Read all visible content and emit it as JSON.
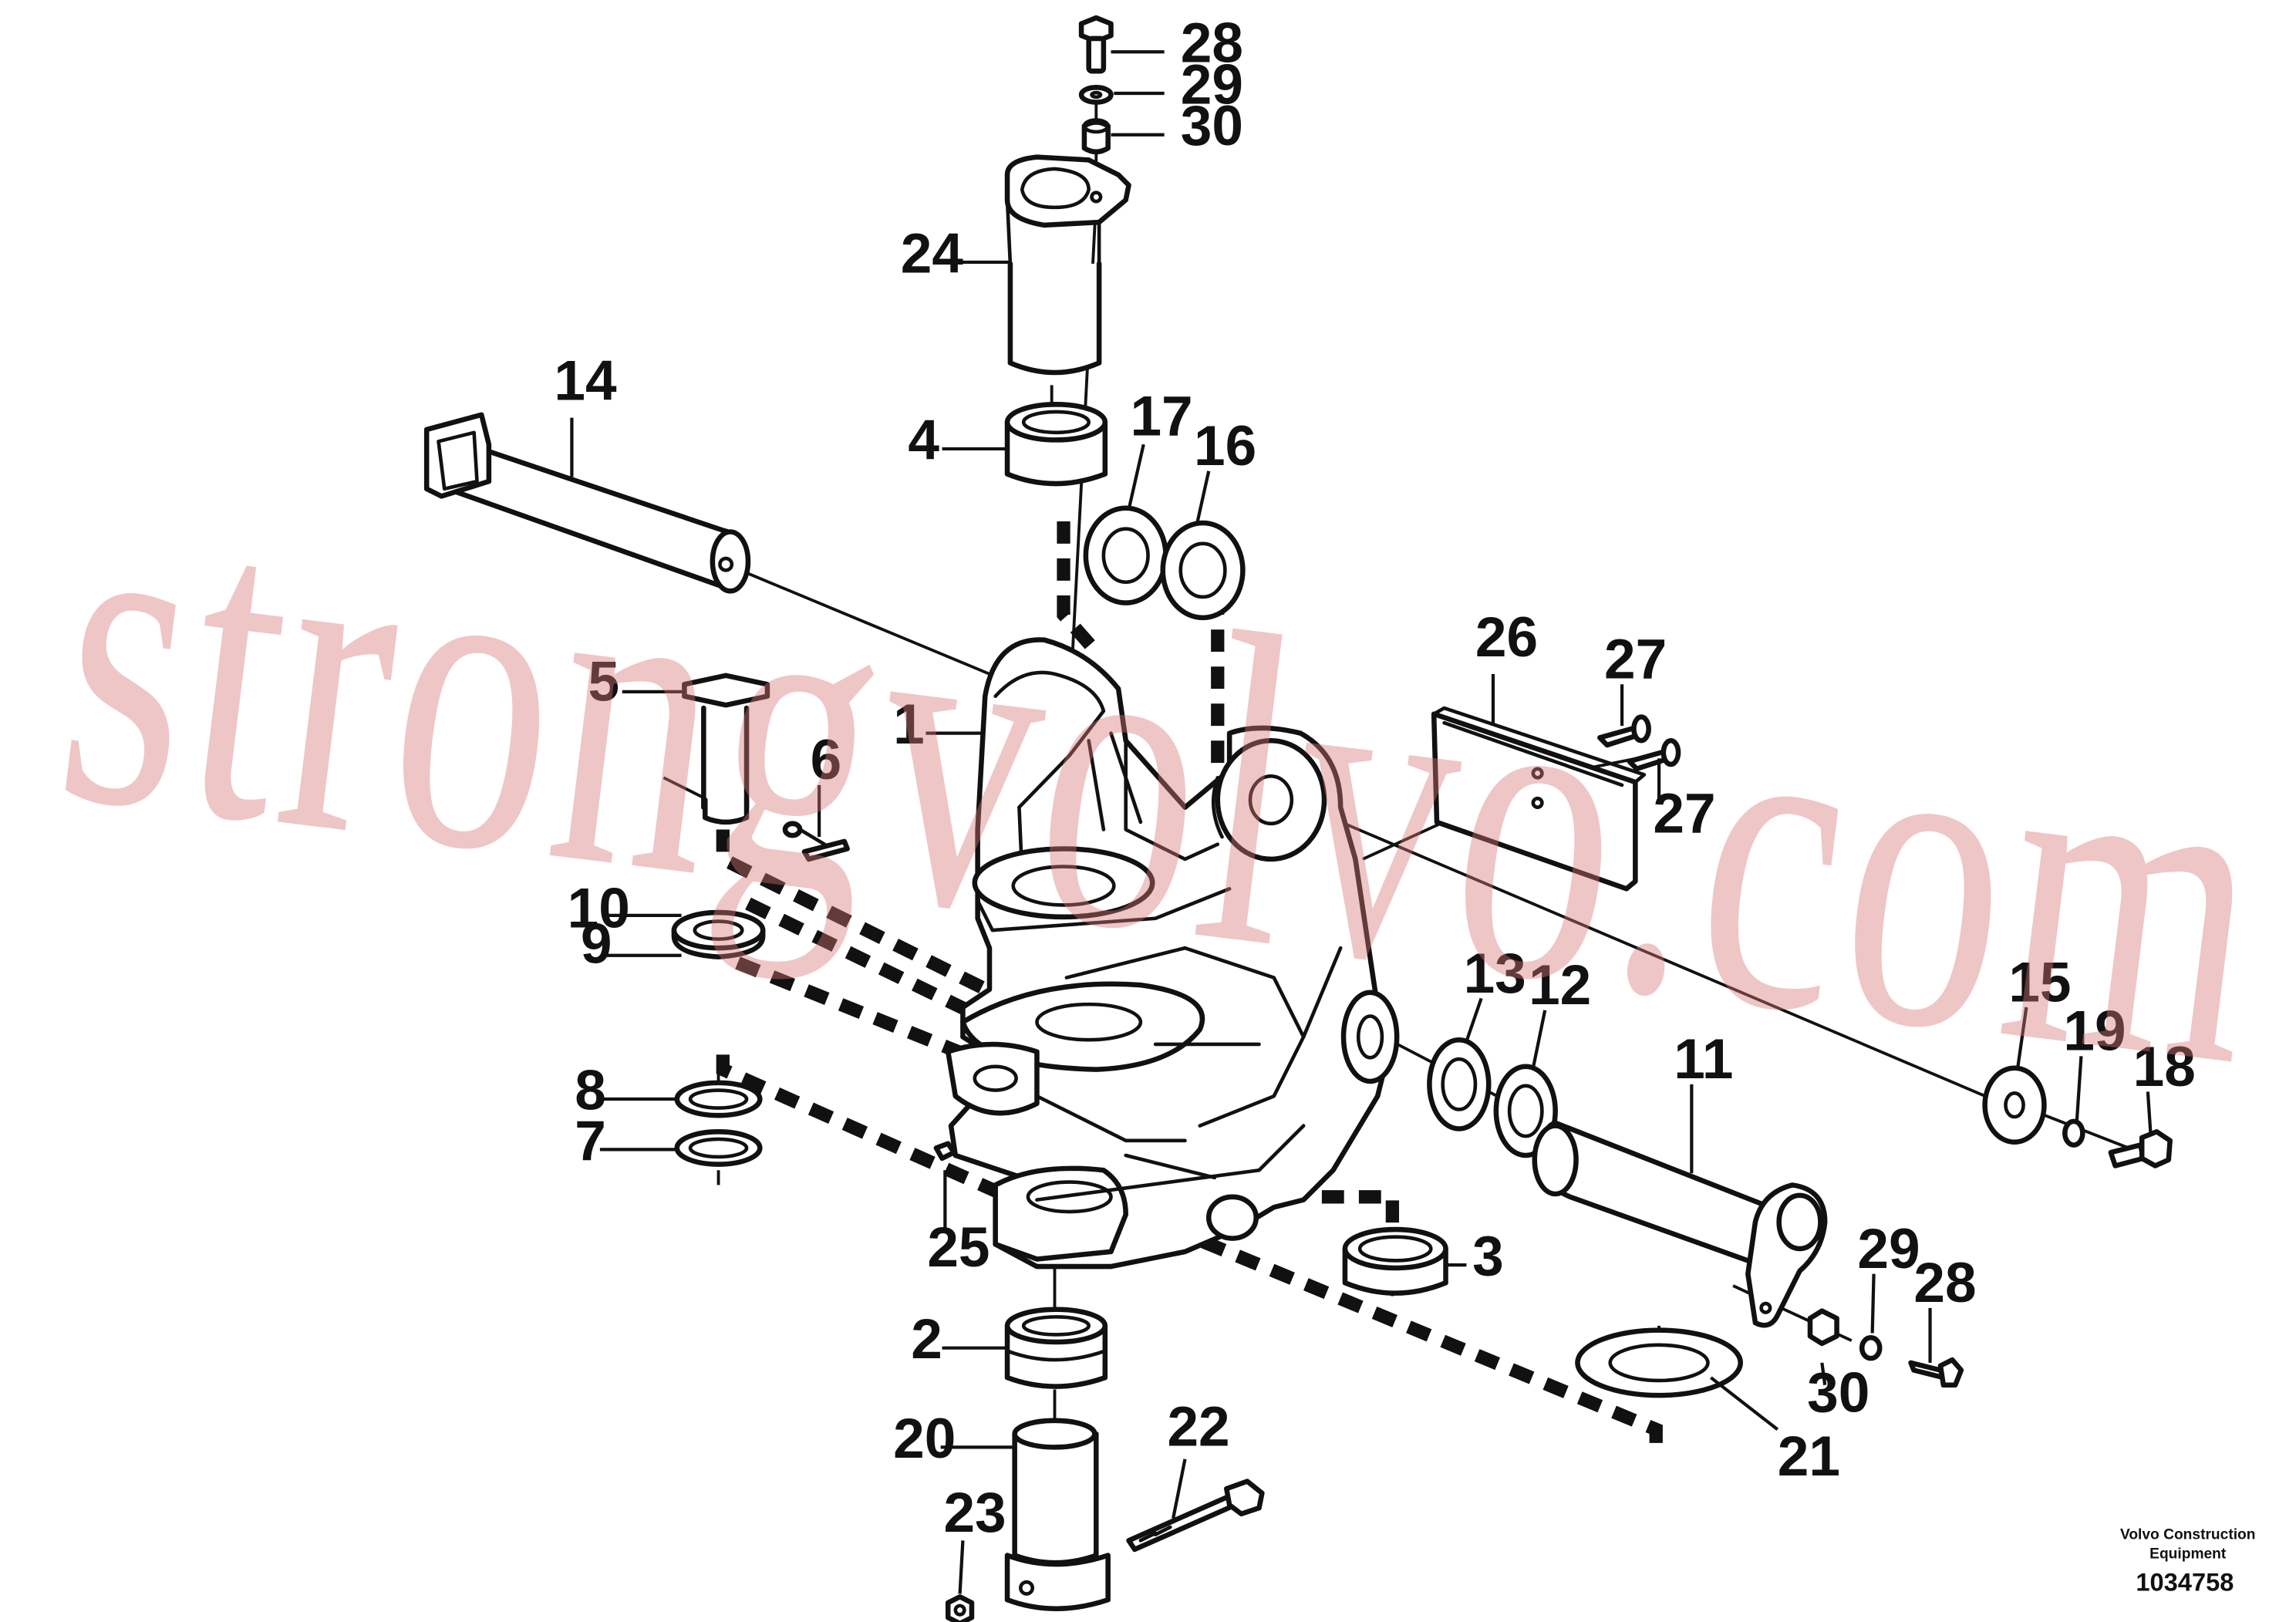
{
  "diagram": {
    "callouts": [
      {
        "id": "c28a",
        "text": "28"
      },
      {
        "id": "c29a",
        "text": "29"
      },
      {
        "id": "c30a",
        "text": "30"
      },
      {
        "id": "c24",
        "text": "24"
      },
      {
        "id": "c14",
        "text": "14"
      },
      {
        "id": "c4",
        "text": "4"
      },
      {
        "id": "c17",
        "text": "17"
      },
      {
        "id": "c16",
        "text": "16"
      },
      {
        "id": "c26",
        "text": "26"
      },
      {
        "id": "c27a",
        "text": "27"
      },
      {
        "id": "c27b",
        "text": "27"
      },
      {
        "id": "c5",
        "text": "5"
      },
      {
        "id": "c6",
        "text": "6"
      },
      {
        "id": "c1",
        "text": "1"
      },
      {
        "id": "c10",
        "text": "10"
      },
      {
        "id": "c9",
        "text": "9"
      },
      {
        "id": "c13",
        "text": "13"
      },
      {
        "id": "c12",
        "text": "12"
      },
      {
        "id": "c11",
        "text": "11"
      },
      {
        "id": "c15",
        "text": "15"
      },
      {
        "id": "c19",
        "text": "19"
      },
      {
        "id": "c18",
        "text": "18"
      },
      {
        "id": "c8",
        "text": "8"
      },
      {
        "id": "c7",
        "text": "7"
      },
      {
        "id": "c25",
        "text": "25"
      },
      {
        "id": "c3",
        "text": "3"
      },
      {
        "id": "c2",
        "text": "2"
      },
      {
        "id": "c29b",
        "text": "29"
      },
      {
        "id": "c28b",
        "text": "28"
      },
      {
        "id": "c30b",
        "text": "30"
      },
      {
        "id": "c21",
        "text": "21"
      },
      {
        "id": "c20",
        "text": "20"
      },
      {
        "id": "c22",
        "text": "22"
      },
      {
        "id": "c23",
        "text": "23"
      }
    ],
    "watermark": "strongvolvo.com"
  },
  "footer": {
    "brand_line1": "Volvo Construction",
    "brand_line2": "Equipment",
    "drawing_number": "1034758"
  }
}
